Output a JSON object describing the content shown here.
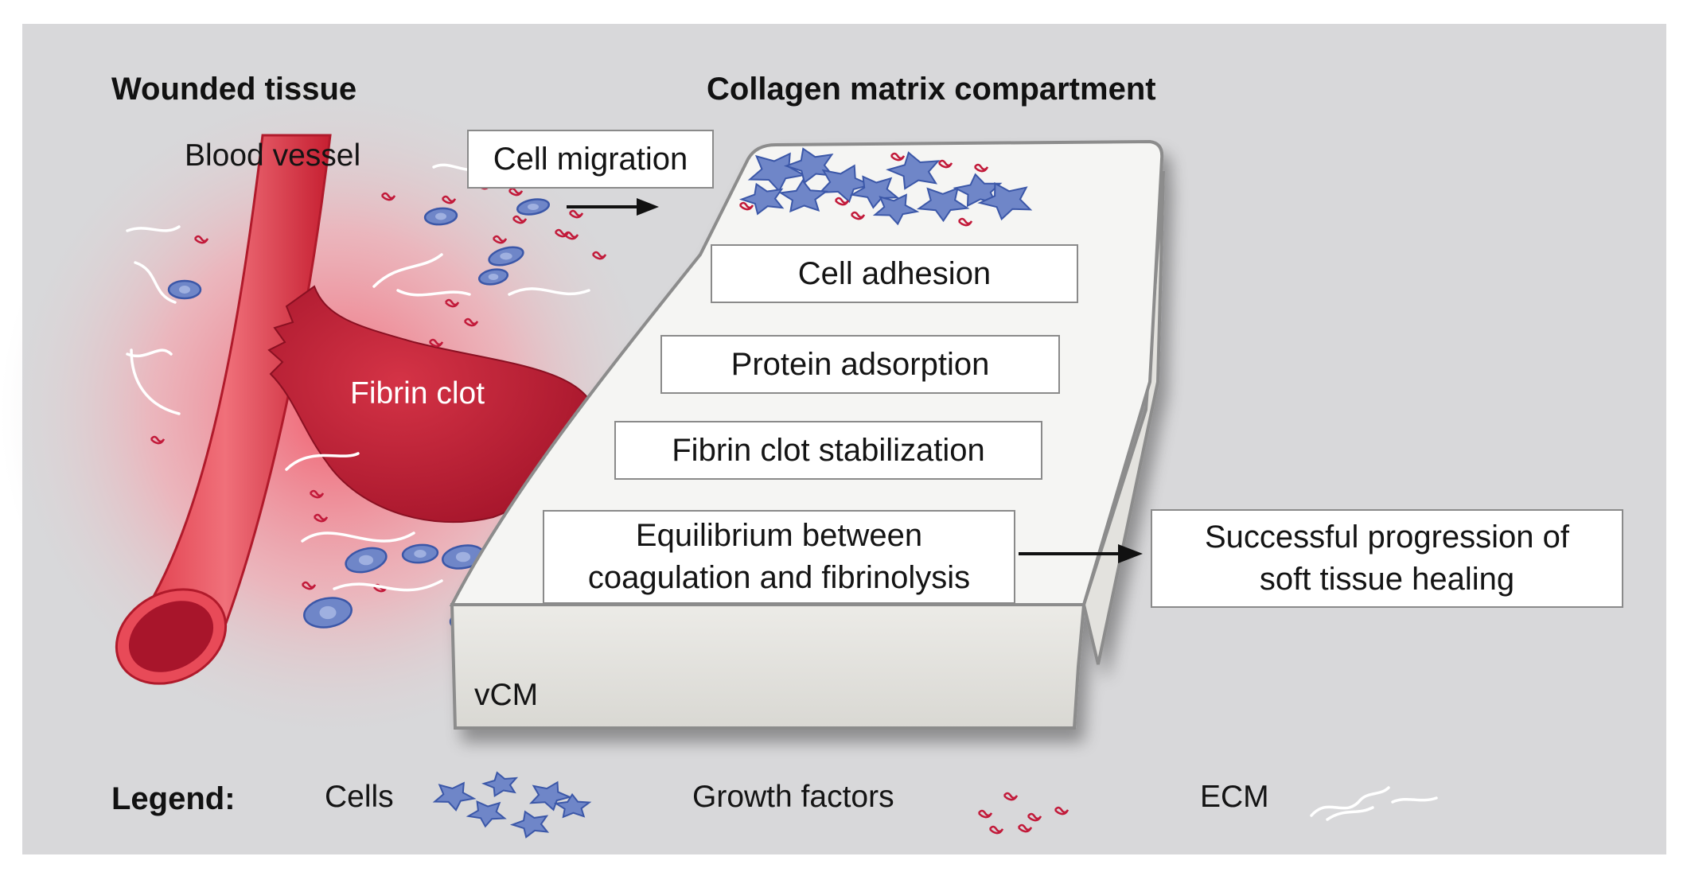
{
  "headings": {
    "wounded": "Wounded tissue",
    "collagen": "Collagen matrix compartment"
  },
  "labels": {
    "blood_vessel": "Blood vessel",
    "fibrin_clot": "Fibrin clot",
    "vcm": "vCM"
  },
  "boxes": {
    "cell_migration": "Cell migration",
    "cell_adhesion": "Cell adhesion",
    "protein_adsorption": "Protein adsorption",
    "fibrin_stabilization": "Fibrin clot stabilization",
    "equilibrium": "Equilibrium between\ncoagulation and fibrinolysis",
    "healing": "Successful progression of\nsoft tissue healing"
  },
  "legend": {
    "title": "Legend:",
    "cells": "Cells",
    "growth_factors": "Growth factors",
    "ecm": "ECM"
  },
  "colors": {
    "background": "#d8d8da",
    "vessel_red": "#d42a3a",
    "clot_red": "#b81a2c",
    "cell_blue": "#6f86c8",
    "cell_outline": "#3b57a8",
    "growth_factor": "#c21a3a",
    "matrix": "#f4f4f2"
  },
  "icons": [
    "cell-icon",
    "growth-factor-icon",
    "ecm-fiber-icon",
    "arrow-icon"
  ]
}
